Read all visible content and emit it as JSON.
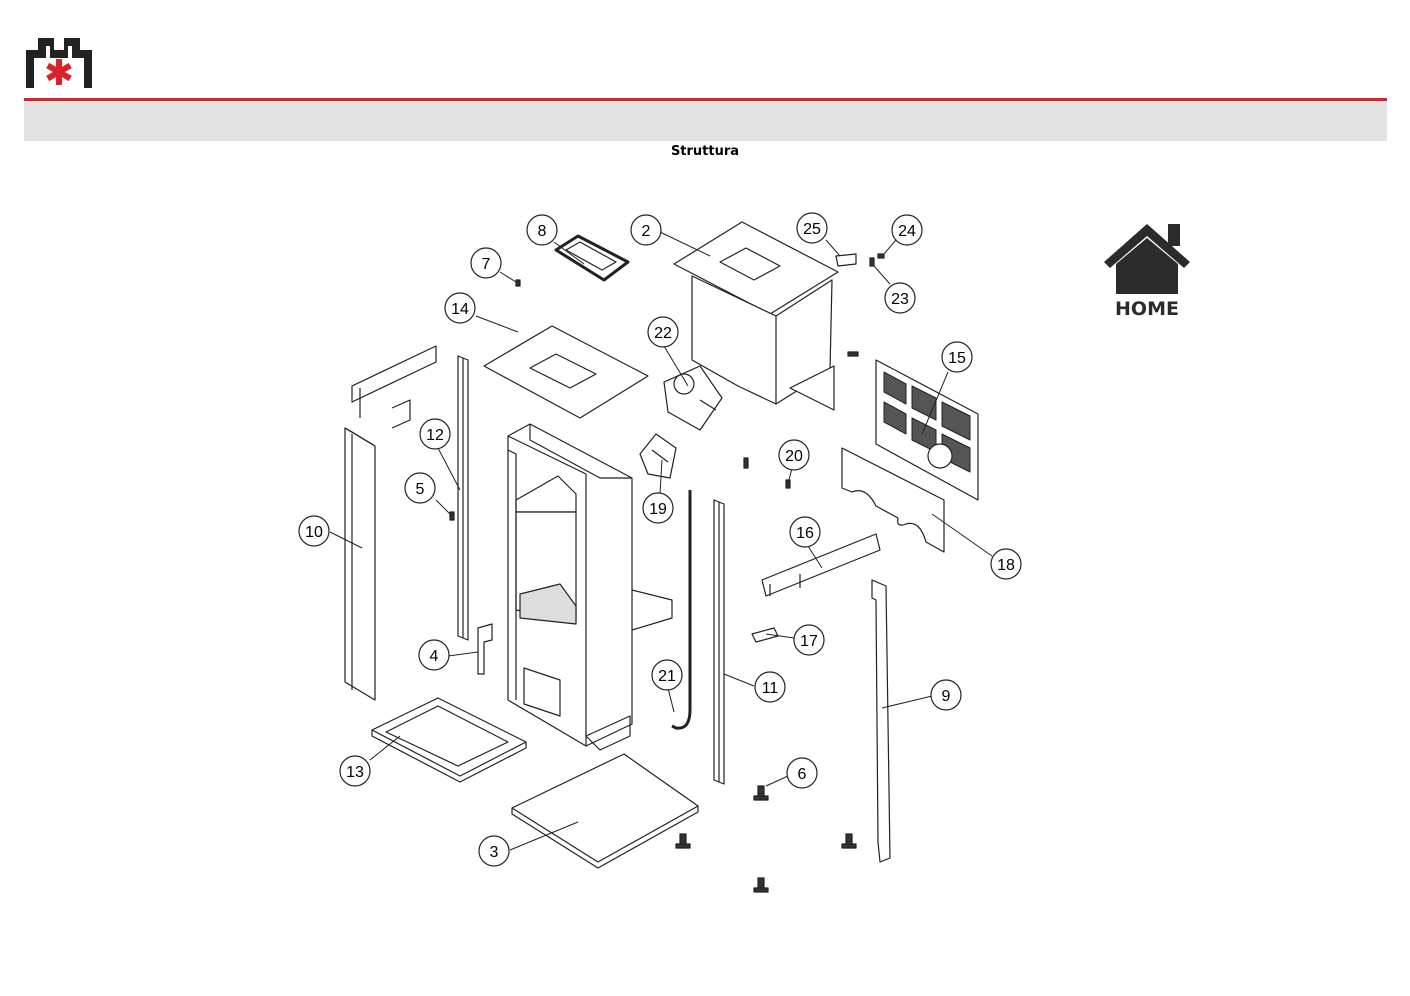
{
  "header": {
    "logo_icon": "brand-logo-icon",
    "accent_color": "#d8232a",
    "band_color": "#e3e3e3"
  },
  "page": {
    "title": "Struttura"
  },
  "home": {
    "label": "HOME",
    "icon": "house-icon"
  },
  "parts": [
    {
      "number": "2"
    },
    {
      "number": "3"
    },
    {
      "number": "4"
    },
    {
      "number": "5"
    },
    {
      "number": "6"
    },
    {
      "number": "7"
    },
    {
      "number": "8"
    },
    {
      "number": "9"
    },
    {
      "number": "10"
    },
    {
      "number": "11"
    },
    {
      "number": "12"
    },
    {
      "number": "13"
    },
    {
      "number": "14"
    },
    {
      "number": "15"
    },
    {
      "number": "16"
    },
    {
      "number": "17"
    },
    {
      "number": "18"
    },
    {
      "number": "19"
    },
    {
      "number": "20"
    },
    {
      "number": "21"
    },
    {
      "number": "22"
    },
    {
      "number": "23"
    },
    {
      "number": "24"
    },
    {
      "number": "25"
    }
  ]
}
